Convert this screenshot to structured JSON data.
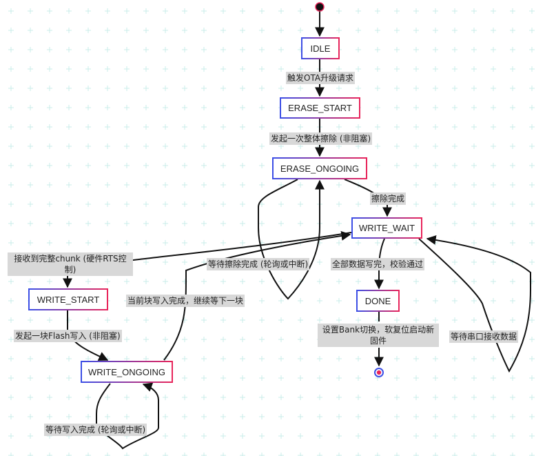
{
  "states": {
    "idle": "IDLE",
    "erase_start": "ERASE_START",
    "erase_ongoing": "ERASE_ONGOING",
    "write_wait": "WRITE_WAIT",
    "write_start": "WRITE_START",
    "write_ongoing": "WRITE_ONGOING",
    "done": "DONE"
  },
  "transitions": {
    "idle_to_erase_start": "触发OTA升级请求",
    "erase_start_to_ongoing": "发起一次整体擦除 (非阻塞)",
    "erase_ongoing_self": "等待擦除完成 (轮询或中断)",
    "erase_done": "擦除完成",
    "write_wait_to_start": "接收到完整chunk (硬件RTS控制)",
    "write_start_to_ongoing": "发起一块Flash写入 (非阻塞)",
    "write_ongoing_self": "等待写入完成 (轮询或中断)",
    "write_ongoing_to_wait": "当前块写入完成，继续等下一块",
    "write_wait_to_done": "全部数据写完，校验通过",
    "write_wait_self": "等待串口接收数据",
    "done_to_final": "设置Bank切换，软复位启动新固件"
  },
  "colors": {
    "border_start": "#3b4ee6",
    "border_end": "#e8245a",
    "edge": "#111111",
    "label_bg": "#d8d8d8",
    "grid": "#c9ecea"
  }
}
